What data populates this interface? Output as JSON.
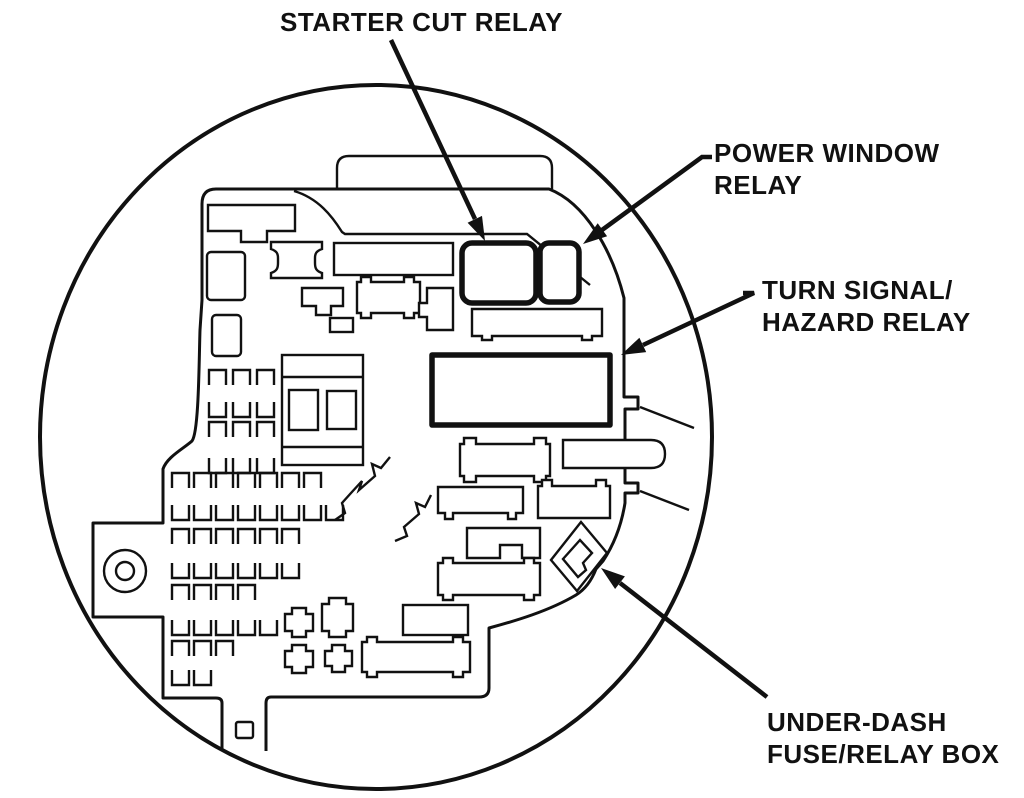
{
  "colors": {
    "ink": "#111111",
    "background": "#ffffff"
  },
  "labels": {
    "starter_cut_relay": {
      "text": "STARTER CUT RELAY"
    },
    "power_window_relay": {
      "line1": "POWER WINDOW",
      "line2": "RELAY"
    },
    "turn_signal_hazard_relay": {
      "line1": "TURN SIGNAL/",
      "line2": "HAZARD RELAY"
    },
    "under_dash_fuse_relay_box": {
      "line1": "UNDER-DASH",
      "line2": "FUSE/RELAY BOX"
    }
  }
}
